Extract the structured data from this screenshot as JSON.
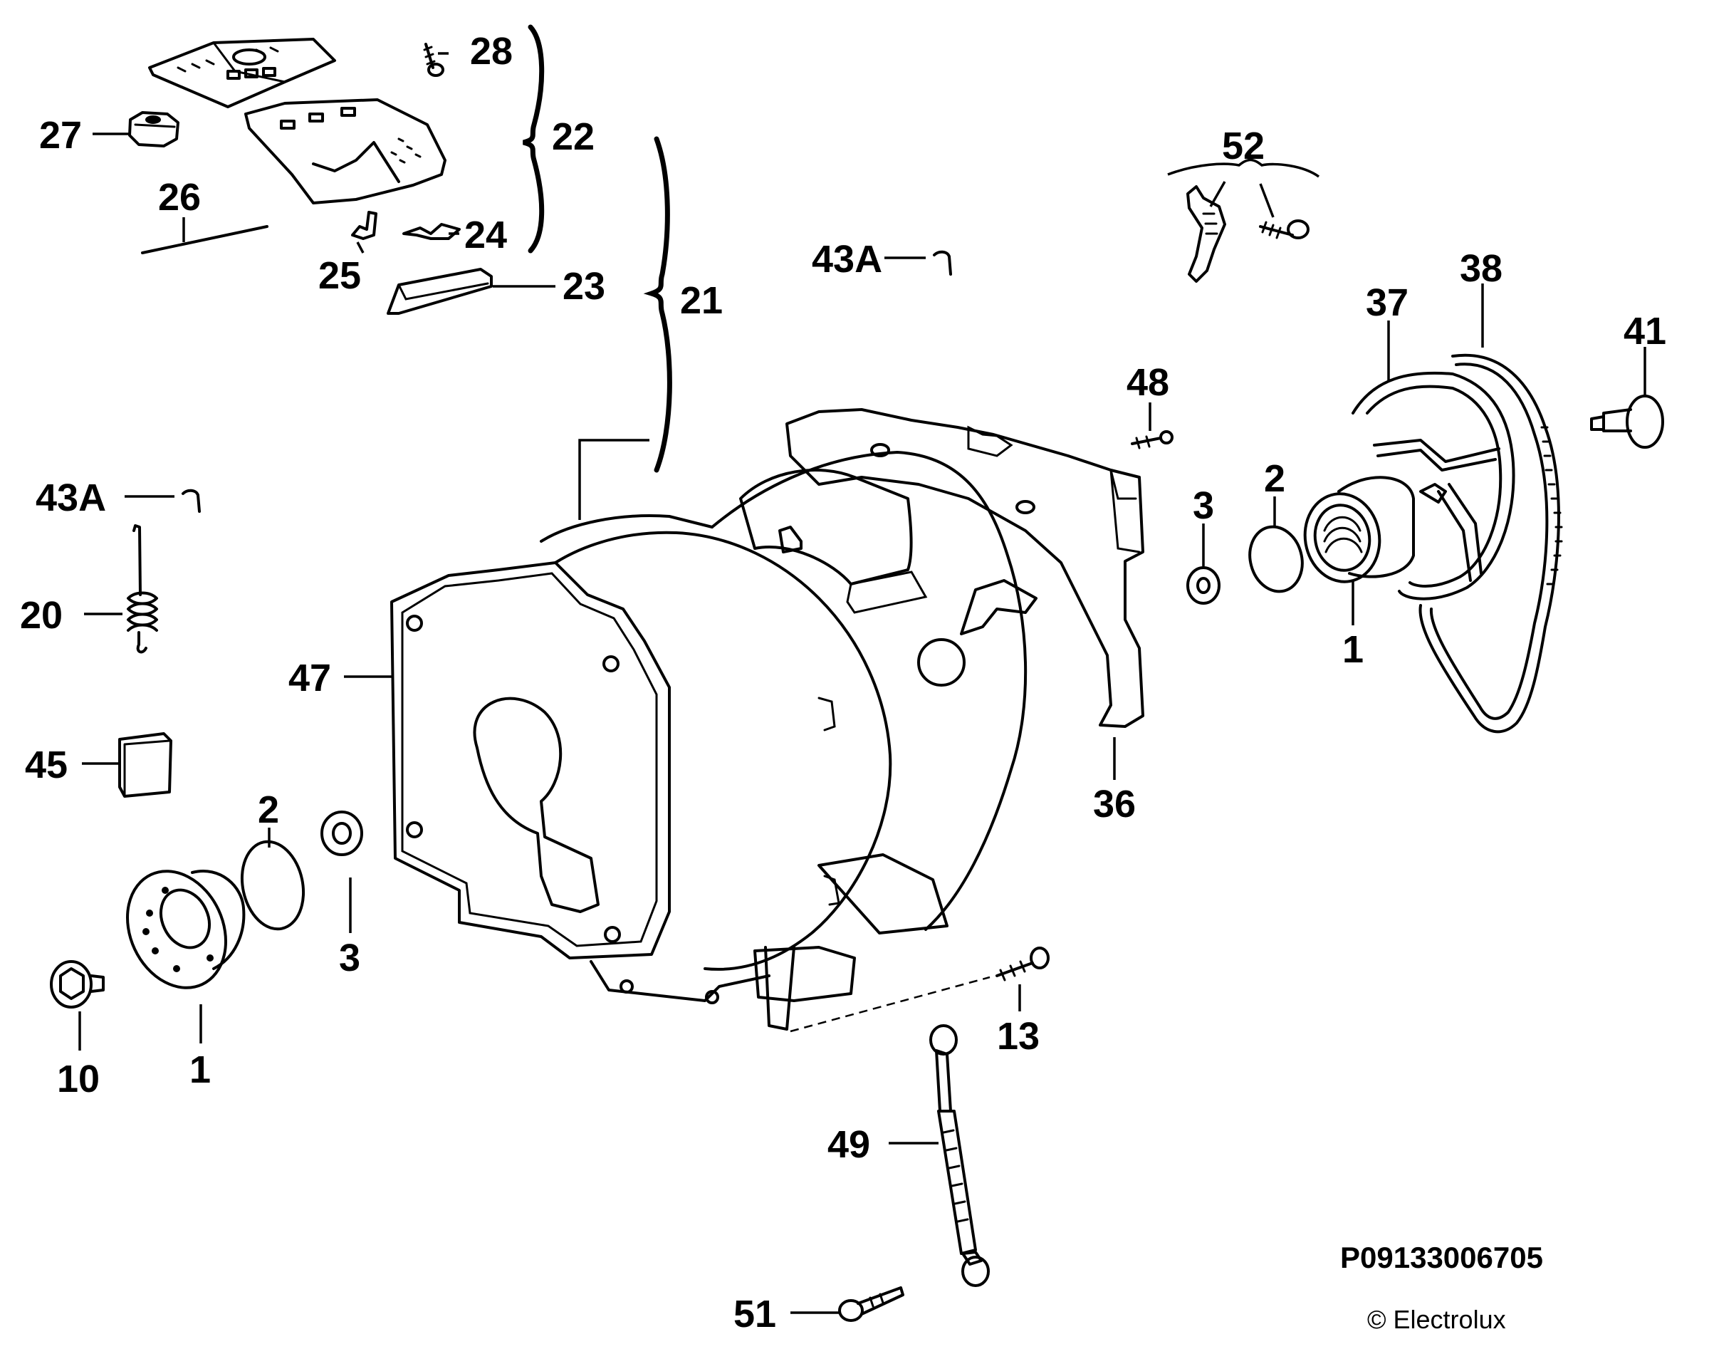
{
  "diagram": {
    "drawing_code": "P09133006705",
    "copyright": "© Electrolux",
    "callouts": [
      {
        "id": "c28",
        "label": "28"
      },
      {
        "id": "c22",
        "label": "22"
      },
      {
        "id": "c27",
        "label": "27"
      },
      {
        "id": "c26",
        "label": "26"
      },
      {
        "id": "c24",
        "label": "24"
      },
      {
        "id": "c25",
        "label": "25"
      },
      {
        "id": "c23",
        "label": "23"
      },
      {
        "id": "c21",
        "label": "21"
      },
      {
        "id": "c43a_top",
        "label": "43A"
      },
      {
        "id": "c52",
        "label": "52"
      },
      {
        "id": "c38",
        "label": "38"
      },
      {
        "id": "c37",
        "label": "37"
      },
      {
        "id": "c41",
        "label": "41"
      },
      {
        "id": "c48",
        "label": "48"
      },
      {
        "id": "c2_right",
        "label": "2"
      },
      {
        "id": "c3_right",
        "label": "3"
      },
      {
        "id": "c1_right",
        "label": "1"
      },
      {
        "id": "c43a_left",
        "label": "43A"
      },
      {
        "id": "c20",
        "label": "20"
      },
      {
        "id": "c47",
        "label": "47"
      },
      {
        "id": "c45",
        "label": "45"
      },
      {
        "id": "c2_left",
        "label": "2"
      },
      {
        "id": "c3_left",
        "label": "3"
      },
      {
        "id": "c1_left",
        "label": "1"
      },
      {
        "id": "c10",
        "label": "10"
      },
      {
        "id": "c36",
        "label": "36"
      },
      {
        "id": "c13",
        "label": "13"
      },
      {
        "id": "c49",
        "label": "49"
      },
      {
        "id": "c51",
        "label": "51"
      }
    ]
  }
}
